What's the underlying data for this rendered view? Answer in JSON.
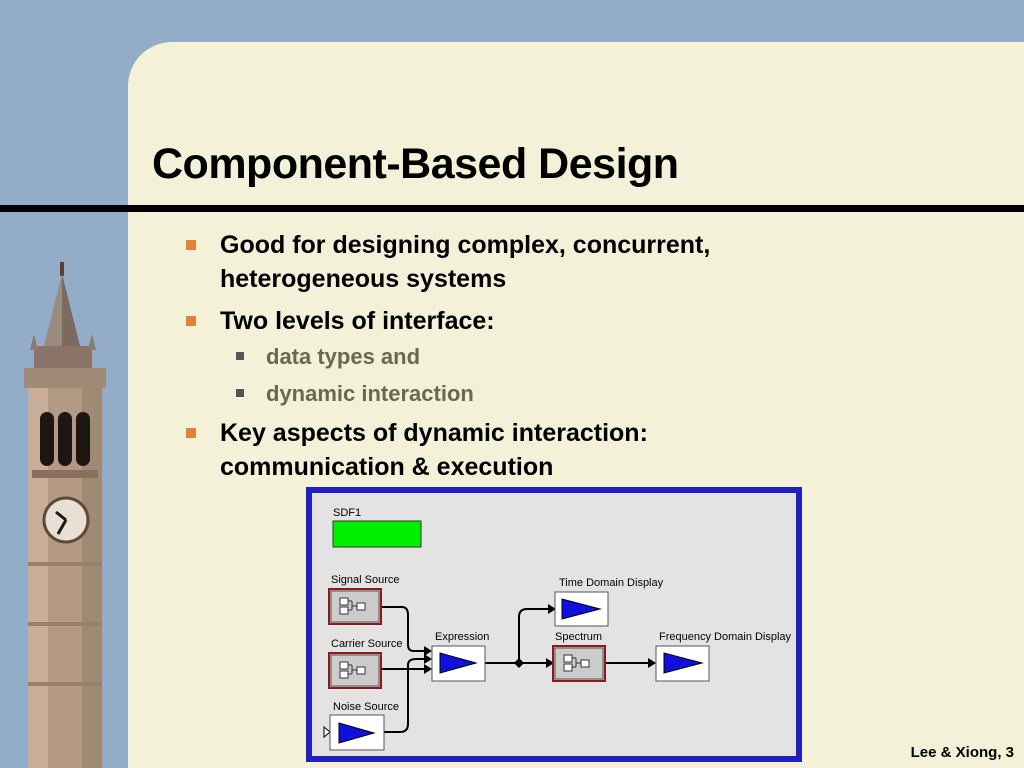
{
  "slide": {
    "title": "Component-Based Design",
    "footer": "Lee & Xiong, 3"
  },
  "bullets": [
    {
      "text": "Good for designing complex, concurrent, heterogeneous systems"
    },
    {
      "text": "Two levels of interface:",
      "sub": [
        "data types and",
        "dynamic interaction"
      ]
    },
    {
      "text": "Key aspects of dynamic interaction: communication & execution"
    }
  ],
  "diagram": {
    "director": "SDF1",
    "blocks": {
      "signal_source": "Signal Source",
      "carrier_source": "Carrier Source",
      "noise_source": "Noise Source",
      "expression": "Expression",
      "spectrum": "Spectrum",
      "time_display": "Time Domain Display",
      "freq_display": "Frequency Domain Display"
    }
  },
  "colors": {
    "background": "#93acc8",
    "panel": "#f3f1d8",
    "bullet_accent": "#e2813a",
    "diagram_border": "#2020c0",
    "director_green": "#00ee00",
    "composite_border": "#8b1a1a",
    "display_arrow": "#1010dd"
  }
}
